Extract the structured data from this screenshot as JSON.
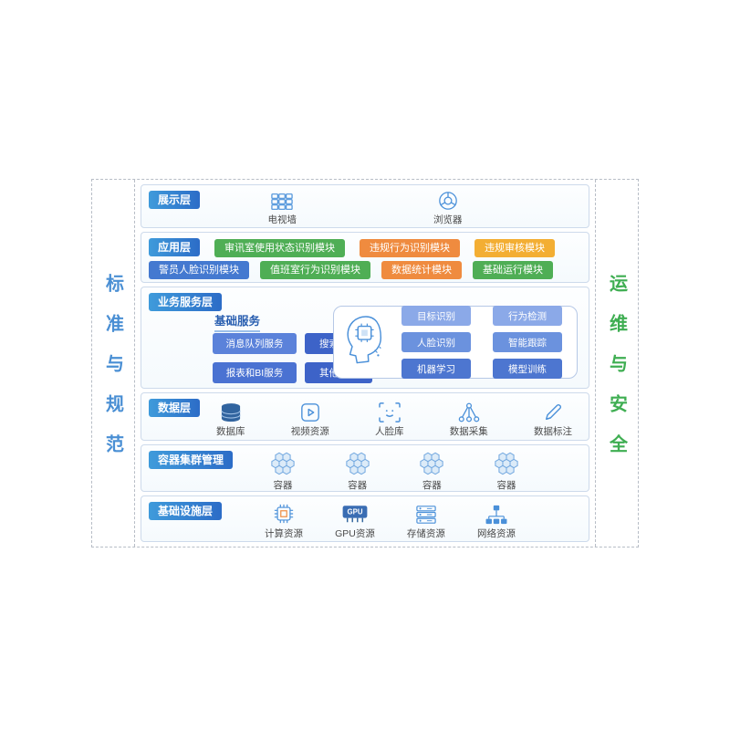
{
  "frame": {
    "left_label": "标准与规范",
    "right_label": "运维与安全"
  },
  "palette": {
    "layer_label_start": "#3f9bdb",
    "layer_label_end": "#2c6cc7",
    "module_green": "#4fae55",
    "module_orange": "#ef8b3f",
    "module_amber": "#f3ae33",
    "module_blue": "#4479d0",
    "left_text_blue": "#4a8fd4",
    "right_text_green": "#3fae52",
    "icon_blue": "#4a90d9"
  },
  "layers": {
    "presentation": {
      "label": "展示层",
      "items": [
        {
          "label": "电视墙"
        },
        {
          "label": "浏览器"
        }
      ]
    },
    "application": {
      "label": "应用层",
      "row1": [
        {
          "label": "审讯室使用状态识别模块"
        },
        {
          "label": "违规行为识别模块"
        },
        {
          "label": "违规审核模块"
        }
      ],
      "row2": [
        {
          "label": "警员人脸识别模块"
        },
        {
          "label": "值班室行为识别模块"
        },
        {
          "label": "数据统计模块"
        },
        {
          "label": "基础运行模块"
        }
      ]
    },
    "business": {
      "label": "业务服务层",
      "subsection_title": "基础服务",
      "services": [
        {
          "label": "消息队列服务"
        },
        {
          "label": "搜索服务"
        },
        {
          "label": "报表和BI服务"
        },
        {
          "label": "其他服务"
        }
      ],
      "ai": [
        {
          "label": "目标识别"
        },
        {
          "label": "行为检测"
        },
        {
          "label": "人脸识别"
        },
        {
          "label": "智能跟踪"
        },
        {
          "label": "机器学习"
        },
        {
          "label": "模型训练"
        }
      ]
    },
    "data": {
      "label": "数据层",
      "items": [
        {
          "label": "数据库"
        },
        {
          "label": "视频资源"
        },
        {
          "label": "人脸库"
        },
        {
          "label": "数据采集"
        },
        {
          "label": "数据标注"
        }
      ]
    },
    "container": {
      "label": "容器集群管理",
      "items": [
        {
          "label": "容器"
        },
        {
          "label": "容器"
        },
        {
          "label": "容器"
        },
        {
          "label": "容器"
        }
      ]
    },
    "infrastructure": {
      "label": "基础设施层",
      "gpu_icon_text": "GPU",
      "items": [
        {
          "label": "计算资源"
        },
        {
          "label": "GPU资源"
        },
        {
          "label": "存储资源"
        },
        {
          "label": "网络资源"
        }
      ]
    }
  }
}
